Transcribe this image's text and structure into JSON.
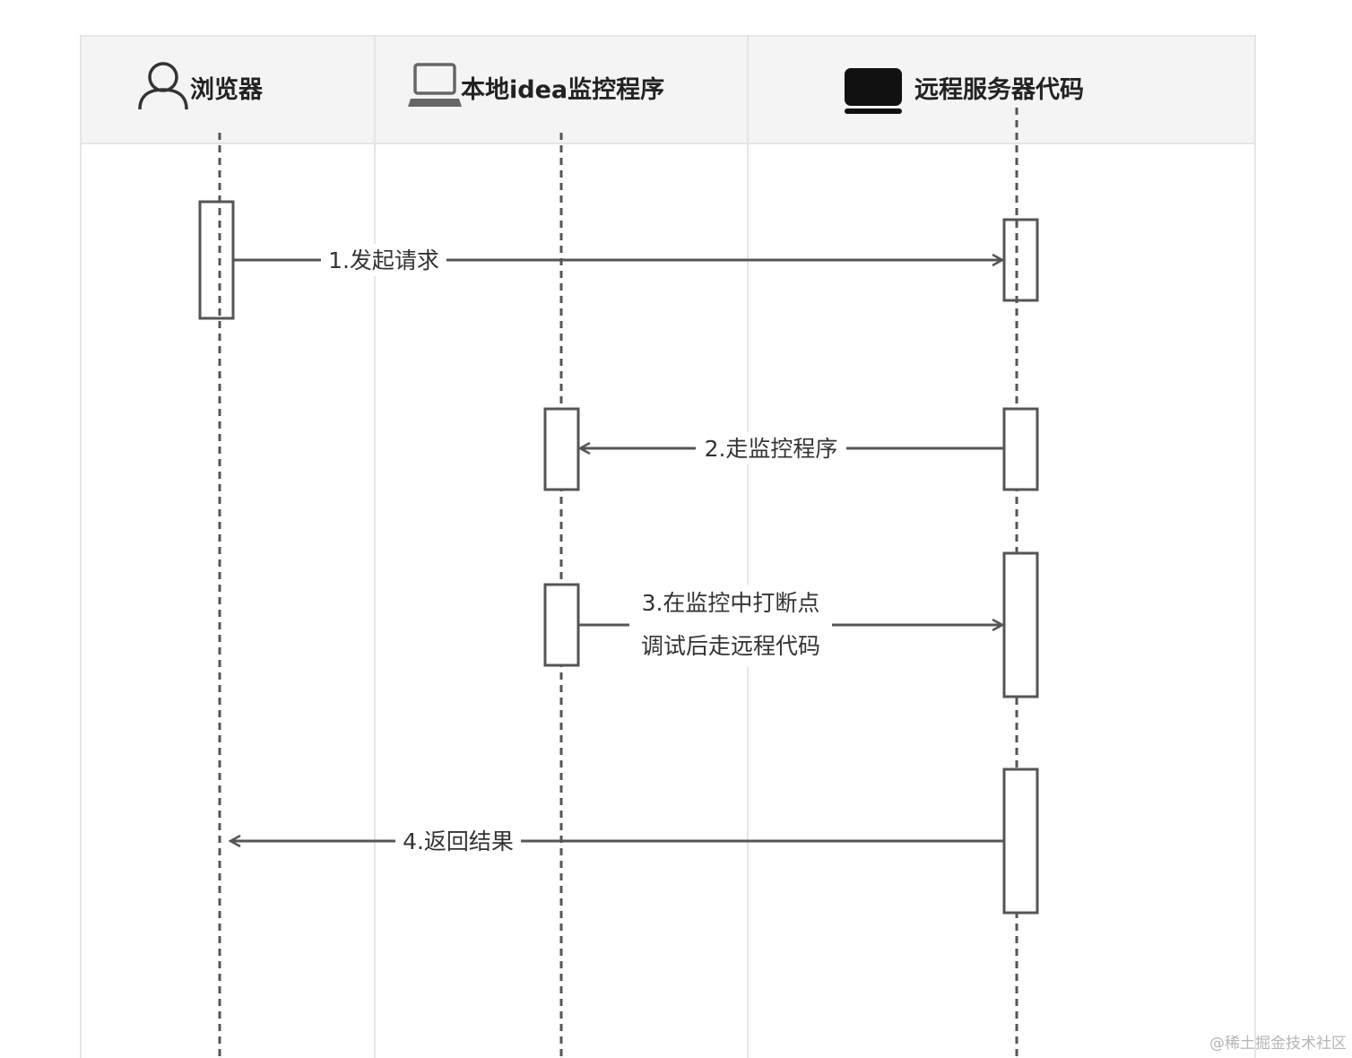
{
  "lanes": [
    {
      "title": "浏览器",
      "icon": "user-icon"
    },
    {
      "title": "本地idea监控程序",
      "icon": "laptop-icon"
    },
    {
      "title": "远程服务器代码",
      "icon": "laptop-filled-icon"
    }
  ],
  "messages": [
    {
      "from": "浏览器",
      "to": "远程服务器代码",
      "lines": [
        "1.发起请求"
      ]
    },
    {
      "from": "远程服务器代码",
      "to": "本地idea监控程序",
      "lines": [
        "2.走监控程序"
      ]
    },
    {
      "from": "本地idea监控程序",
      "to": "远程服务器代码",
      "lines": [
        "3.在监控中打断点",
        "调试后走远程代码"
      ]
    },
    {
      "from": "远程服务器代码",
      "to": "浏览器",
      "lines": [
        "4.返回结果"
      ]
    }
  ],
  "watermark": "@稀土掘金技术社区",
  "colors": {
    "line": "#555555",
    "header_bg": "#f4f4f4",
    "lane_border": "#e6e6e6",
    "text": "#222222"
  }
}
